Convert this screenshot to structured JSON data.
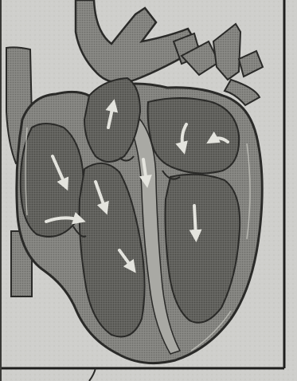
{
  "figure": {
    "subject": "heart-cross-section",
    "style": "printed halftone scan",
    "colors": {
      "paper": "#cfcfcc",
      "paper_light": "#dcdcd8",
      "wall": "#8a8a86",
      "wall_light": "#a9a9a4",
      "chamber": "#6a6a66",
      "chamber_dark": "#55554f",
      "outline": "#2a2a28",
      "arrow": "#e4e4de",
      "frame": "#1e1e1c"
    },
    "flow_arrow_count": 9
  }
}
